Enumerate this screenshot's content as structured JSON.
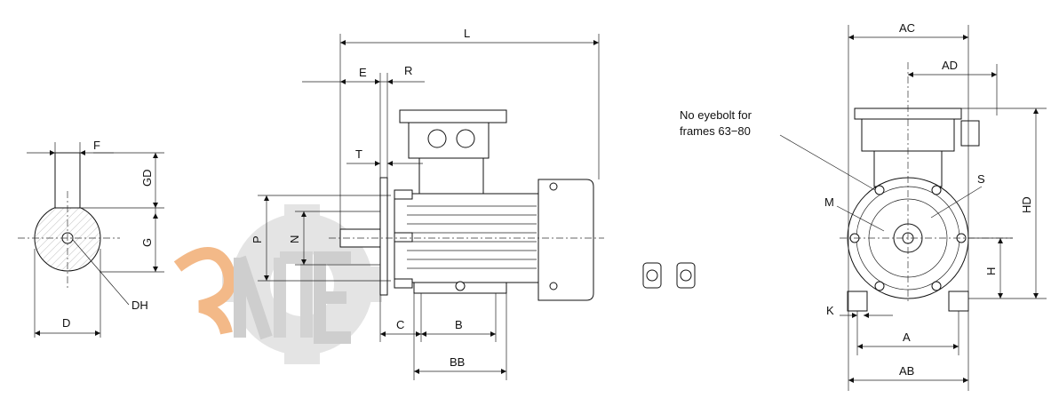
{
  "labels": {
    "F": "F",
    "GD": "GD",
    "G": "G",
    "D": "D",
    "DH": "DH",
    "L": "L",
    "E": "E",
    "R": "R",
    "T": "T",
    "P": "P",
    "N": "N",
    "C": "C",
    "B": "B",
    "BB": "BB",
    "AC": "AC",
    "AD": "AD",
    "S": "S",
    "M": "M",
    "HD": "HD",
    "H": "H",
    "K": "K",
    "A": "A",
    "AB": "AB"
  },
  "note": {
    "line1": "No eyebolt for",
    "line2": "frames 63−80"
  },
  "watermark": {
    "color_orange": "#f3b27a",
    "color_gray": "#d4d4d4"
  }
}
